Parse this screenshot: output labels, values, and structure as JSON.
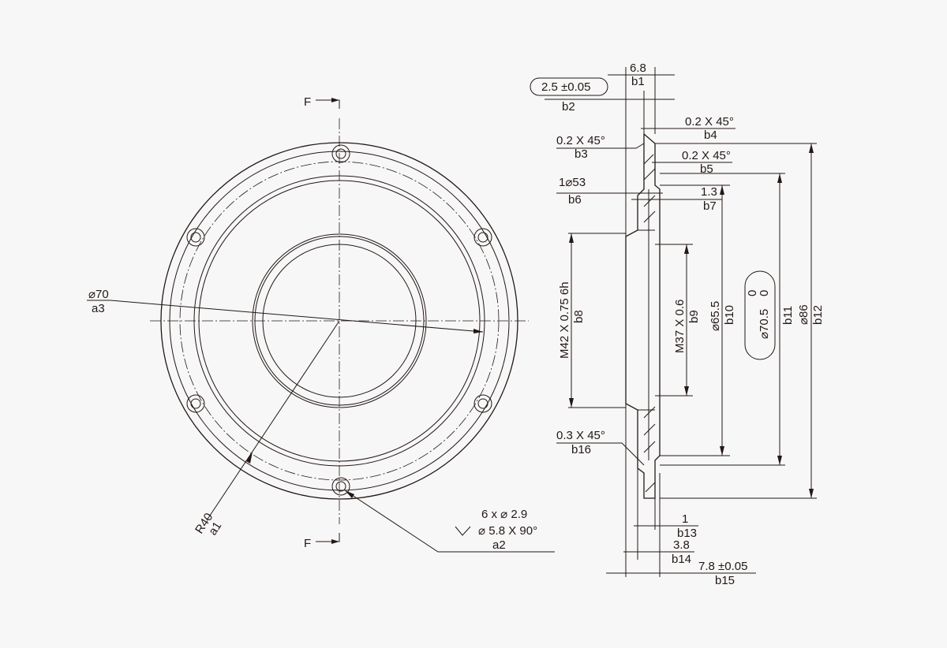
{
  "front_view": {
    "section_mark_top": "F",
    "section_mark_bottom": "F",
    "dim_a3": {
      "value": "⌀70",
      "label": "a3"
    },
    "dim_a1": {
      "value": "R40",
      "label": "a1"
    },
    "dim_a2": {
      "line1": "6 x  ⌀ 2.9",
      "line2": "⌀ 5.8 X 90°",
      "label": "a2"
    }
  },
  "side_view": {
    "b1": {
      "value": "6.8",
      "label": "b1"
    },
    "b2": {
      "value": "2.5 ±0.05",
      "label": "b2"
    },
    "b3": {
      "value": "0.2 X 45°",
      "label": "b3"
    },
    "b4": {
      "value": "0.2 X 45°",
      "label": "b4"
    },
    "b5": {
      "value": "0.2 X 45°",
      "label": "b5"
    },
    "b6": {
      "value": "1⌀53",
      "label": "b6"
    },
    "b7": {
      "value": "1.3",
      "label": "b7"
    },
    "b8": {
      "value": "M42 X 0.75 6h",
      "label": "b8"
    },
    "b9": {
      "value": "M37 X 0.6",
      "label": "b9"
    },
    "b10": {
      "value": "⌀65.5",
      "label": "b10"
    },
    "b11": {
      "value": "⌀70.5",
      "tol_upper": "0",
      "tol_lower": "0",
      "label": "b11"
    },
    "b12": {
      "value": "⌀86",
      "label": "b12"
    },
    "b13": {
      "value": "1",
      "label": "b13"
    },
    "b14": {
      "value": "3.8",
      "label": "b14"
    },
    "b15": {
      "value": "7.8 ±0.05",
      "label": "b15"
    },
    "b16": {
      "value": "0.3 X 45°",
      "label": "b16"
    }
  }
}
